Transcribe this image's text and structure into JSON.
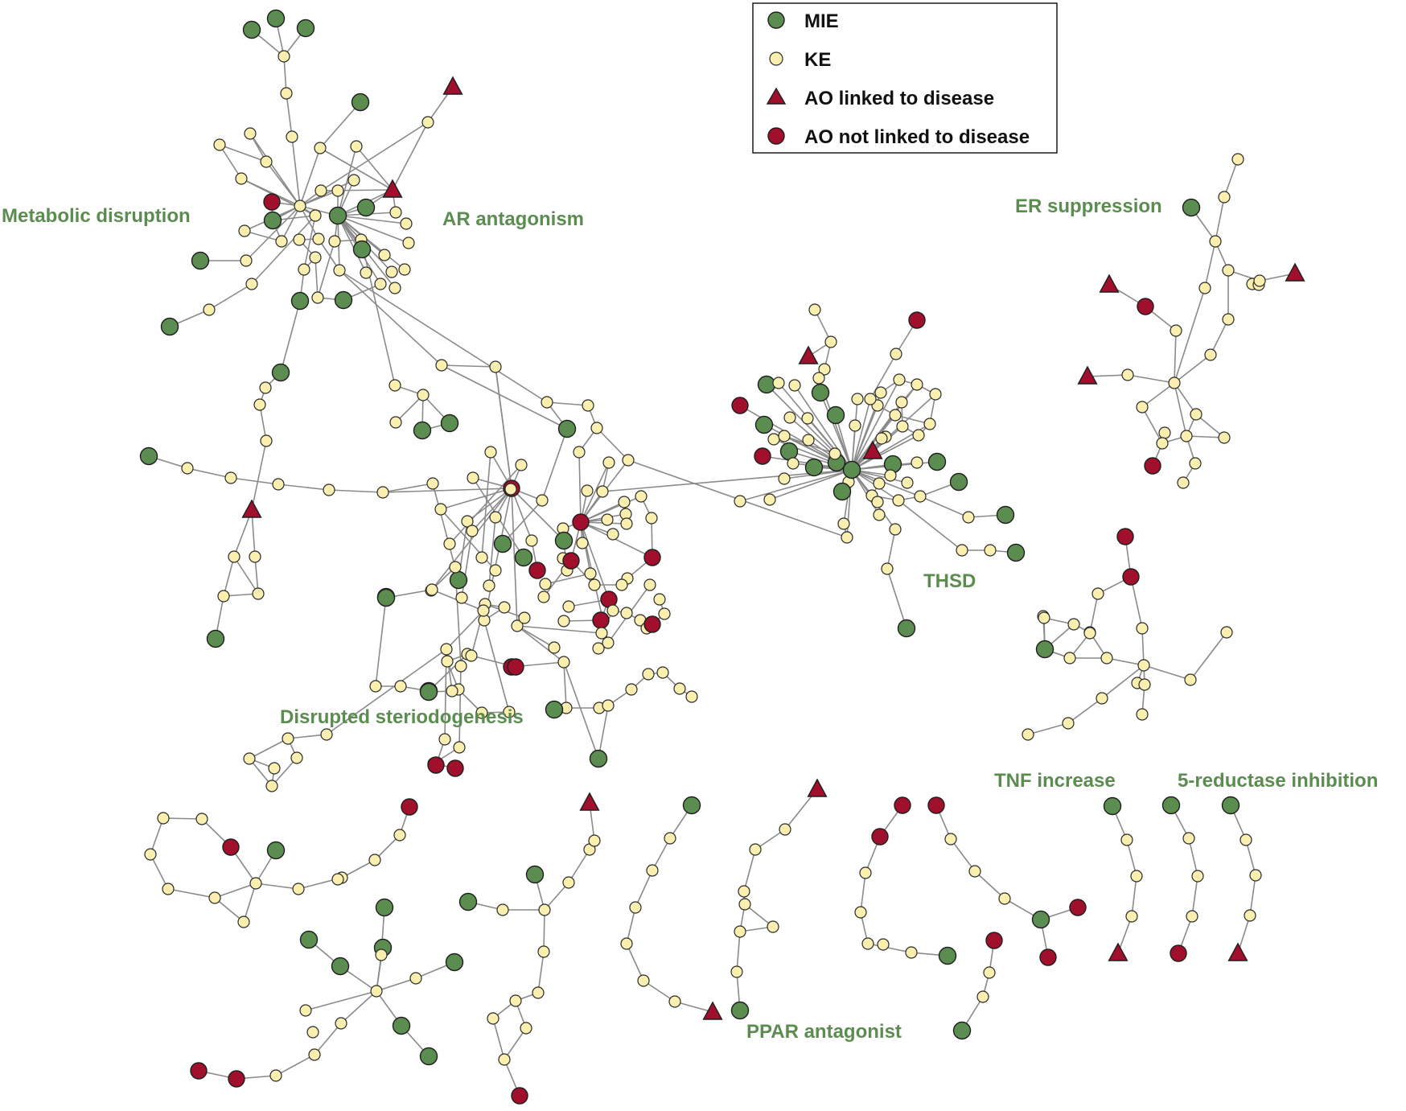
{
  "legend": {
    "mie": "MIE",
    "ke": "KE",
    "ao_disease": "AO linked to disease",
    "ao_no_disease": "AO not linked to disease"
  },
  "clusters": {
    "metabolic": "Metabolic disruption",
    "ar": "AR antagonism",
    "er": "ER suppression",
    "thsd": "THSD",
    "steroid": "Disrupted steriodogenesis",
    "tnf": "TNF increase",
    "reductase": "5-reductase inhibition",
    "ppar": "PPAR antagonist"
  },
  "colors": {
    "mie": "#5b8c50",
    "ke": "#fbefb0",
    "ao": "#a0102c",
    "edge": "#8a8a8a",
    "label": "#5b8c50"
  }
}
